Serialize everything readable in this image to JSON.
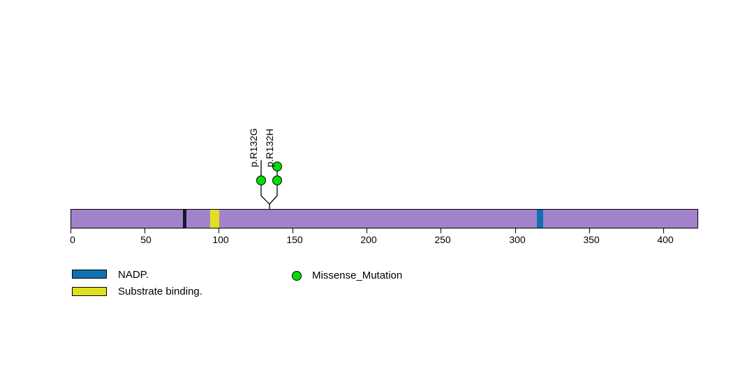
{
  "chart_data": {
    "type": "lollipop",
    "title": "",
    "xlabel": "",
    "ylabel": "",
    "xlim": [
      0,
      423
    ],
    "protein": {
      "length": 423,
      "backbone_color": "#a382cc",
      "features": [
        {
          "name": "unnamed-dark-band",
          "start": 76,
          "end": 80,
          "color": "#141a2e",
          "label": ""
        },
        {
          "name": "substrate-binding",
          "start": 94,
          "end": 100,
          "color": "#e0e020",
          "label": "Substrate binding."
        },
        {
          "name": "nadp",
          "start": 315,
          "end": 319,
          "color": "#1070b0",
          "label": "NADP."
        }
      ]
    },
    "mutations": [
      {
        "label": "p.R132G",
        "position": 132,
        "count": 1,
        "color": "#00e000",
        "type": "Missense_Mutation"
      },
      {
        "label": "p.R132H",
        "position": 132,
        "count": 2,
        "color": "#00e000",
        "type": "Missense_Mutation"
      }
    ],
    "axis_ticks": [
      0,
      50,
      100,
      150,
      200,
      250,
      300,
      350,
      400
    ],
    "grid": false,
    "legend_position": "bottom-left"
  },
  "axis": {
    "ticks": [
      "0",
      "50",
      "100",
      "150",
      "200",
      "250",
      "300",
      "350",
      "400"
    ]
  },
  "mutation_labels": {
    "left": "p.R132G",
    "right": "p.R132H"
  },
  "legend": {
    "domain_entries": [
      {
        "label": "NADP.",
        "color": "#1070b0"
      },
      {
        "label": "Substrate binding.",
        "color": "#e0e020"
      }
    ],
    "mutation_entries": [
      {
        "label": "Missense_Mutation",
        "color": "#00e000"
      }
    ]
  },
  "colors": {
    "backbone": "#a382cc",
    "nadp": "#1070b0",
    "substrate_binding": "#e0e020",
    "dark_band": "#141a2e",
    "mutation": "#00e000",
    "outline": "#000000",
    "background": "#ffffff"
  }
}
